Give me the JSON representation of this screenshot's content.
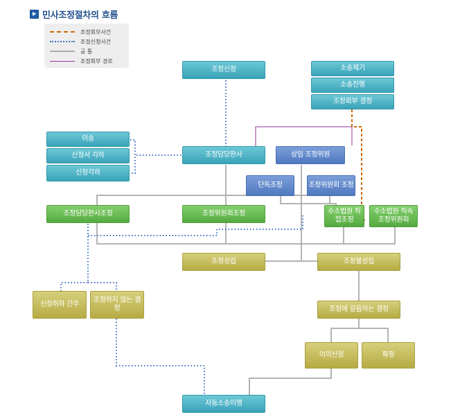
{
  "title": "민사조정절차의 흐름",
  "legend": [
    {
      "label": "조정회부사건",
      "color": "#cc6600",
      "style": "dashed"
    },
    {
      "label": "조정신청사건",
      "color": "#3c6fc4",
      "style": "dotted"
    },
    {
      "label": "공 통",
      "color": "#aaaaaa",
      "style": "solid"
    },
    {
      "label": "조정회부 경로",
      "color": "#993399",
      "style": "solid"
    }
  ],
  "colors": {
    "teal": "#3aa3b8",
    "blue": "#4f78c0",
    "green": "#55ab3f",
    "olive": "#b7ab44",
    "common": "#aaaaaa",
    "referral": "#cc6600",
    "application": "#3c6fc4",
    "referral_path": "#993399"
  },
  "nodes": {
    "apply": "조정신청",
    "lawsuit_filed": "소송제기",
    "lawsuit_progress": "소송진행",
    "referral_decision": "조정회부 결정",
    "transfer": "이송",
    "reject_app": "신청서 각하",
    "reject": "신청각하",
    "judge": "조정담당판사",
    "standing_mediator": "상임 조정위원",
    "solo_mediation": "단독조정",
    "committee_mediation_node": "조정위원회 조정",
    "court_direct": "수소법원 직접조정",
    "court_committee": "수소법원 직속 조정위원회",
    "judge_mediation": "조정담당판사조정",
    "committee_mediation": "조정위원회조정",
    "settled": "조정성립",
    "not_settled": "조정불성립",
    "deemed_withdrawn": "신청취하 간주",
    "no_mediation": "조정하지 않는 결정",
    "in_lieu": "조정에 갈음하는 결정",
    "objection": "이의신청",
    "final": "확정",
    "auto_litigation": "자동소송이행"
  }
}
